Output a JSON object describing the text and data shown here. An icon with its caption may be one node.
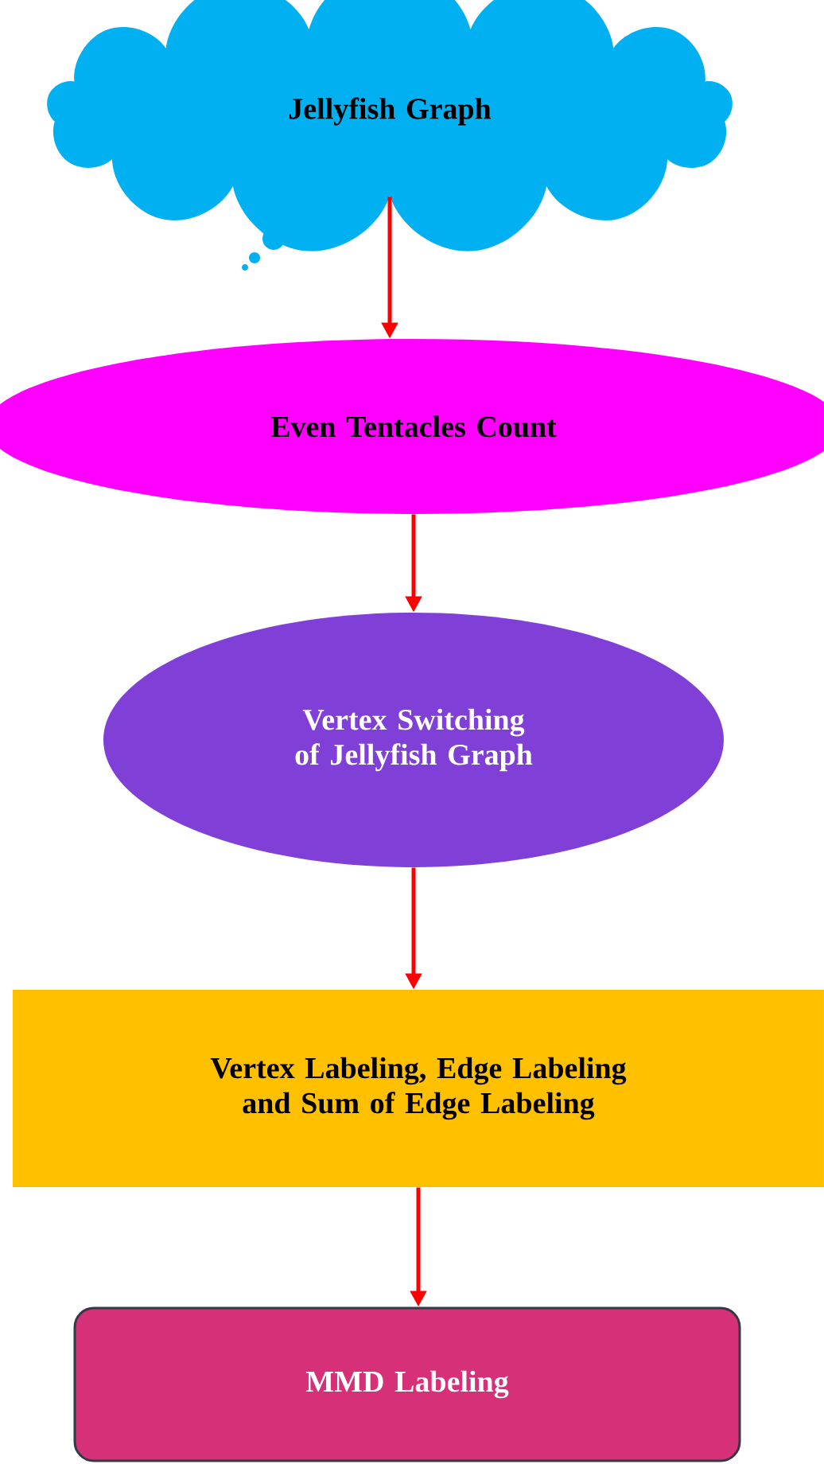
{
  "diagram": {
    "nodes": [
      {
        "text": [
          "Jellyfish Graph"
        ]
      },
      {
        "text": [
          "Even Tentacles Count"
        ]
      },
      {
        "text": [
          "Vertex Switching of Jellyfish Graph"
        ]
      },
      {
        "text": [
          "Vertex Labeling, Edge Labeling and Sum of Edge Labeling"
        ]
      },
      {
        "text": [
          "MMD Labeling"
        ]
      }
    ],
    "edges": [
      {
        "from": 0,
        "to": 1,
        "arrow": "to"
      },
      {
        "from": 1,
        "to": 2,
        "arrow": "to"
      },
      {
        "from": 2,
        "to": 3,
        "arrow": "to"
      },
      {
        "from": 3,
        "to": 4,
        "arrow": "to"
      }
    ]
  }
}
